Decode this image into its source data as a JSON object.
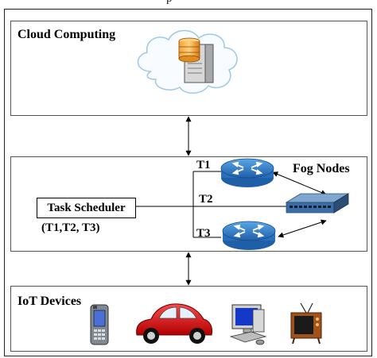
{
  "top_caption_fragment": "p",
  "cloud": {
    "title": "Cloud Computing"
  },
  "fog": {
    "title": "Fog Nodes",
    "task_scheduler": "Task Scheduler",
    "task_list": "(T1,T2, T3)",
    "links": [
      "T1",
      "T2",
      "T3"
    ]
  },
  "iot": {
    "title": "IoT Devices"
  },
  "icons": [
    "cloud-server-icon",
    "router-icon",
    "switch-icon",
    "mobile-phone-icon",
    "car-icon",
    "computer-icon",
    "television-icon"
  ]
}
